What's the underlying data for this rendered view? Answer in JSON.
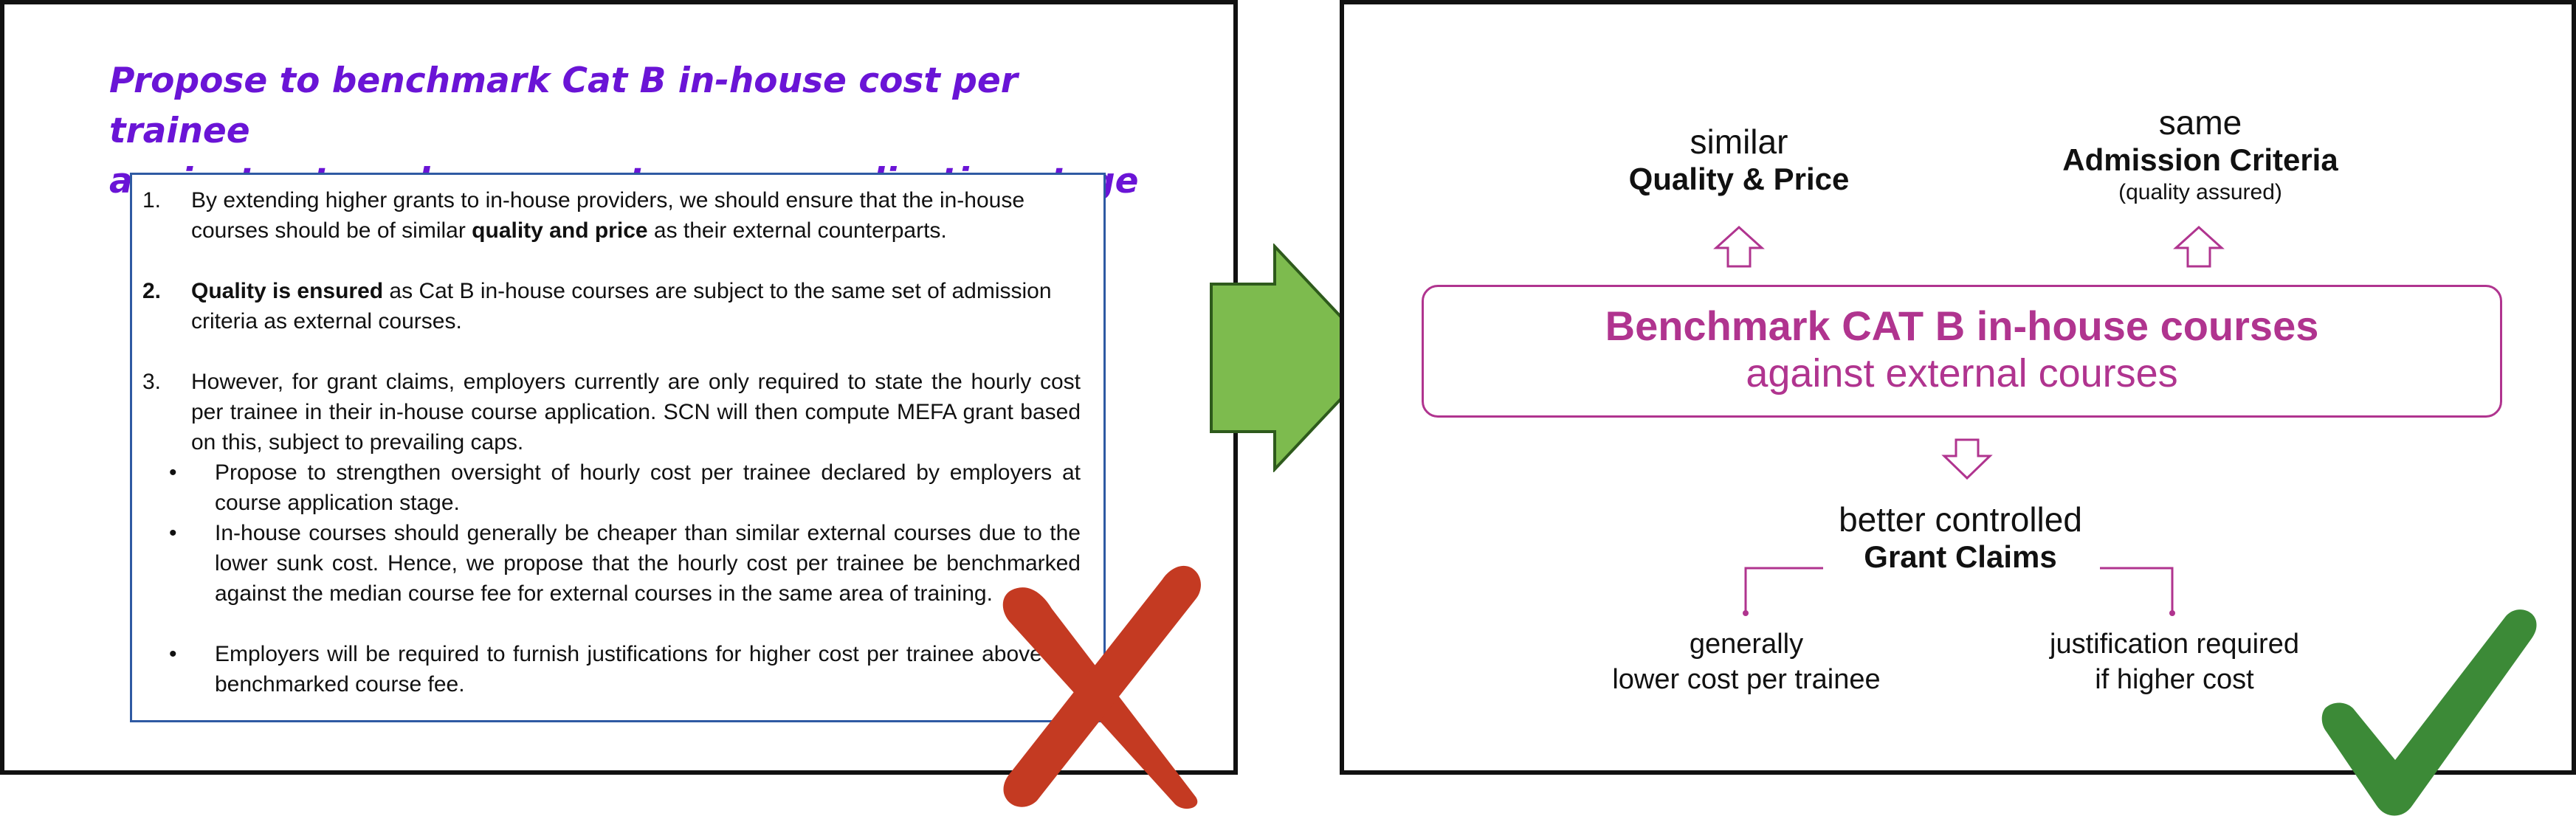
{
  "left": {
    "title_line1": "Propose to benchmark Cat B in-house cost per trainee",
    "title_line2": "against external courses at course application stage",
    "points": [
      {
        "num": "1.",
        "line1": "By extending higher grants to in-house providers, we should ensure that the in-house",
        "line2_pre": "courses should be of similar ",
        "line2_bold": "quality and price",
        "line2_post": " as their external counterparts."
      },
      {
        "num": "2.",
        "line1_bold": "Quality is ensured",
        "line1_post": " as Cat B in-house courses are subject to the same set of admission",
        "line2": "criteria as external courses."
      },
      {
        "num": "3.",
        "text": "However, for grant claims, employers currently are only required to state the hourly cost per trainee in their in-house course application. SCN will then compute MEFA grant based on this, subject to prevailing caps."
      }
    ],
    "bullet_symbol": "•",
    "bullets": [
      "Propose to strengthen oversight of hourly cost per trainee declared by employers at course application stage.",
      "In-house courses should generally be cheaper than similar external courses due to the lower sunk cost. Hence, we propose that the hourly cost per trainee be benchmarked against the median course fee for external courses in the same area of training.",
      "Employers will be required to furnish justifications for higher cost per trainee above the benchmarked course fee."
    ],
    "mark_icon": "red-cross-icon"
  },
  "arrow_icon": "green-right-arrow-icon",
  "right": {
    "top_left": {
      "light": "similar",
      "bold": "Quality & Price"
    },
    "top_right": {
      "light": "same",
      "bold": "Admission Criteria",
      "small": "(quality assured)"
    },
    "center": {
      "line1": "Benchmark CAT B in-house courses",
      "line2": "against external courses"
    },
    "bottom": {
      "light": "better controlled",
      "bold": "Grant Claims"
    },
    "bottom_left": {
      "line1": "generally",
      "line2": "lower cost per trainee"
    },
    "bottom_right": {
      "line1": "justification required",
      "line2": "if higher cost"
    },
    "mark_icon": "green-check-icon"
  },
  "colors": {
    "title_purple": "#6a14d6",
    "box_border_blue": "#2f5aa3",
    "magenta": "#b0348f",
    "arrow_green": "#7dbb4e",
    "cross_red": "#c43a22",
    "check_green": "#3c8a37"
  }
}
